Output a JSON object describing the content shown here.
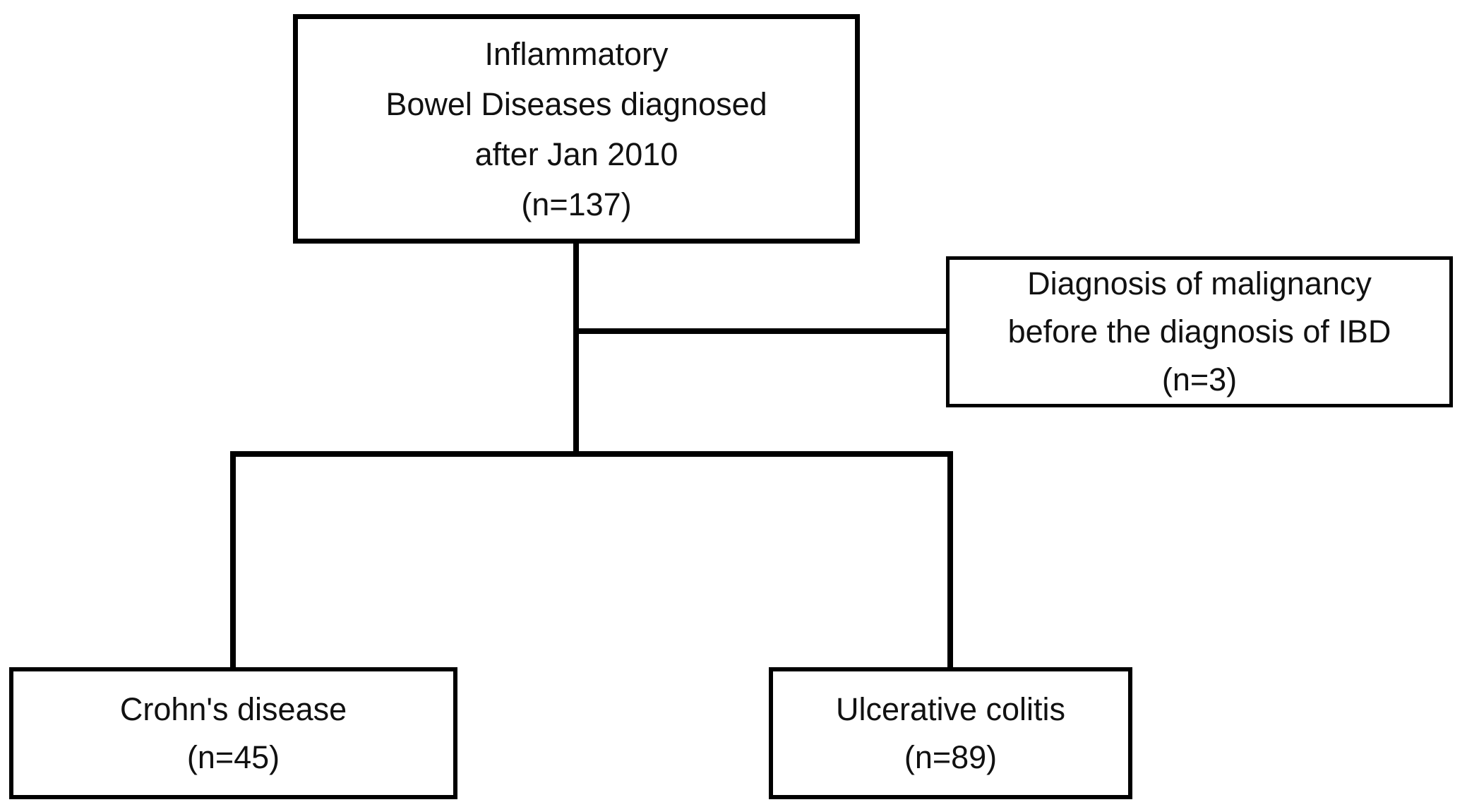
{
  "colors": {
    "background": "#ffffff",
    "line": "#000000",
    "text": "#111111"
  },
  "nodes": {
    "root": {
      "lines": [
        "Inflammatory",
        "Bowel Diseases diagnosed",
        "after Jan 2010",
        "(n=137)"
      ]
    },
    "exclusion": {
      "lines": [
        "Diagnosis of malignancy",
        "before the diagnosis of IBD",
        "(n=3)"
      ]
    },
    "crohns": {
      "lines": [
        "Crohn's disease",
        "(n=45)"
      ]
    },
    "uc": {
      "lines": [
        "Ulcerative colitis",
        "(n=89)"
      ]
    }
  }
}
